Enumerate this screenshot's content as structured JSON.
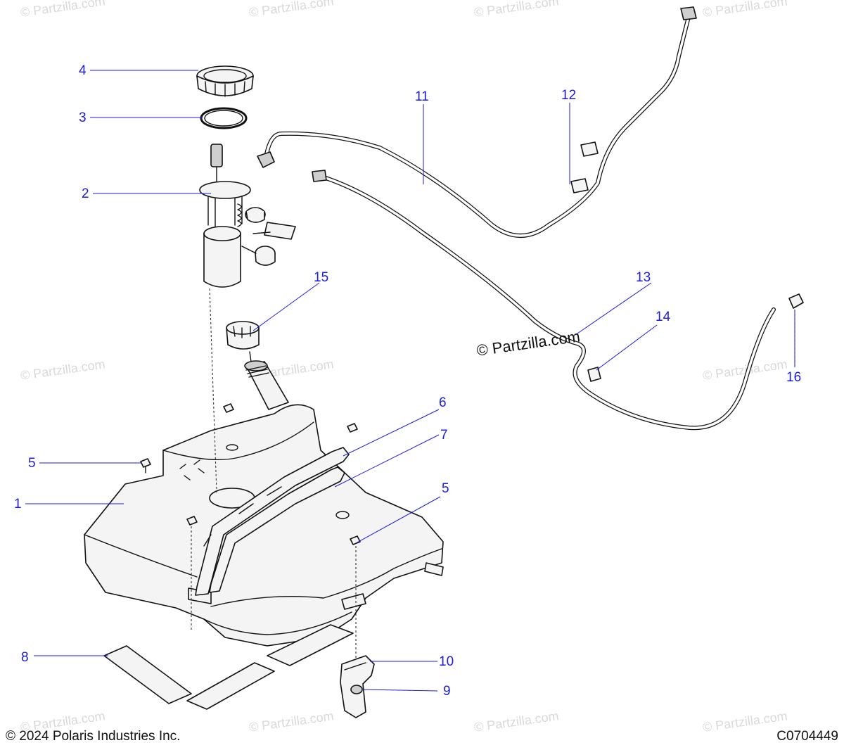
{
  "callouts": [
    {
      "id": "c1",
      "label": "1"
    },
    {
      "id": "c2",
      "label": "2"
    },
    {
      "id": "c3",
      "label": "3"
    },
    {
      "id": "c4",
      "label": "4"
    },
    {
      "id": "c5a",
      "label": "5"
    },
    {
      "id": "c5b",
      "label": "5"
    },
    {
      "id": "c6",
      "label": "6"
    },
    {
      "id": "c7",
      "label": "7"
    },
    {
      "id": "c8",
      "label": "8"
    },
    {
      "id": "c9",
      "label": "9"
    },
    {
      "id": "c10",
      "label": "10"
    },
    {
      "id": "c11",
      "label": "11"
    },
    {
      "id": "c12",
      "label": "12"
    },
    {
      "id": "c13",
      "label": "13"
    },
    {
      "id": "c14",
      "label": "14"
    },
    {
      "id": "c15",
      "label": "15"
    },
    {
      "id": "c16",
      "label": "16"
    }
  ],
  "watermark": "© Partzilla.com",
  "center_watermark": "© Partzilla.com",
  "copyright": "© 2024 Polaris Industries Inc.",
  "drawing_code": "C0704449",
  "colors": {
    "callout": "#1a1ae6",
    "line": "#111111",
    "watermark": "#d9d9d9"
  }
}
